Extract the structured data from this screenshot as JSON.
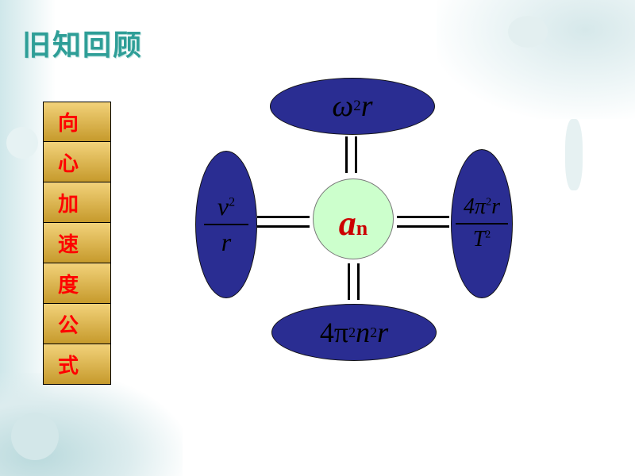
{
  "title": "旧知回顾",
  "side_labels": [
    "向",
    "心",
    "加",
    "速",
    "度",
    "公",
    "式"
  ],
  "center": {
    "symbol": "a",
    "subscript": "n"
  },
  "formulas": {
    "top": {
      "base": "ω",
      "sup": "2",
      "tail": "r"
    },
    "left": {
      "num_base": "v",
      "num_sup": "2",
      "den": "r"
    },
    "right": {
      "num_prefix": "4π",
      "num_sup": "2",
      "num_tail": "r",
      "den_base": "T",
      "den_sup": "2"
    },
    "bottom": {
      "prefix": "4π",
      "sup1": "2",
      "mid": "n",
      "sup2": "2",
      "tail": "r"
    }
  },
  "colors": {
    "ellipse": "#2a2d92",
    "center": "#ccffcc",
    "title": "#2e9e97",
    "label": "#ff0000"
  }
}
